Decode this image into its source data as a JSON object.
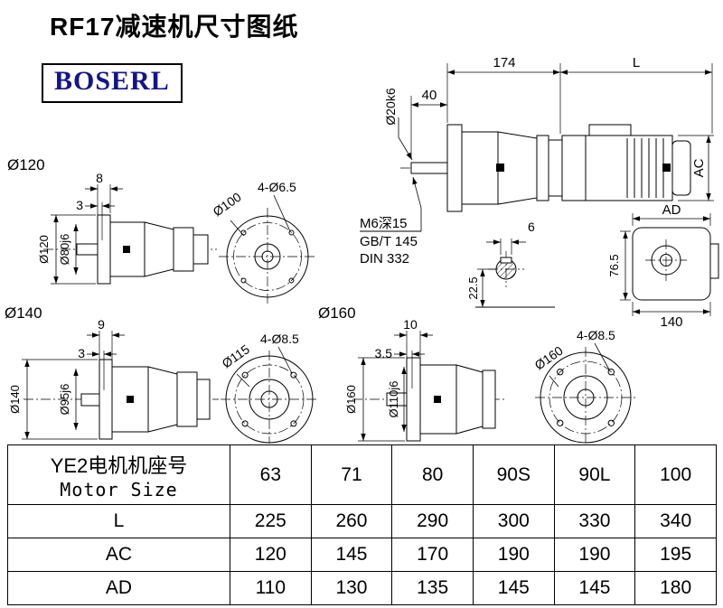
{
  "page": {
    "title": "RF17减速机尺寸图纸",
    "logo": "BOSERL",
    "logo_color": "#14148c",
    "line_color": "#000000"
  },
  "main_view": {
    "dim_length_gearbox": "174",
    "dim_length_motor": "L",
    "dim_shaft_length": "40",
    "shaft_diameter": "Ø20k6",
    "dim_motor_height": "AC",
    "tap_note": "M6深15",
    "tap_standard1": "GB/T 145",
    "tap_standard2": "DIN 332",
    "dim_key_width": "6",
    "dim_key_height": "22.5",
    "dim_ad": "AD",
    "dim_center_height": "76.5",
    "dim_base_width": "140"
  },
  "view_120": {
    "label": "Ø120",
    "dim_step": "8",
    "dim_gap": "3",
    "dia_body": "Ø120",
    "dia_pilot": "Ø80j6",
    "holes": "4-Ø6.5",
    "flange_dia": "Ø100"
  },
  "view_140": {
    "label": "Ø140",
    "dim_step": "9",
    "dim_gap": "3",
    "dia_body": "Ø140",
    "dia_pilot": "Ø95j6",
    "holes": "4-Ø8.5",
    "flange_dia": "Ø115"
  },
  "view_160": {
    "label": "Ø160",
    "dim_step": "10",
    "dim_gap": "3.5",
    "dia_body": "Ø160",
    "dia_pilot": "Ø110j6",
    "holes": "4-Ø8.5",
    "flange_dia": "Ø160"
  },
  "table": {
    "header_cn": "YE2电机机座号",
    "header_en": "Motor Size",
    "sizes": [
      "63",
      "71",
      "80",
      "90S",
      "90L",
      "100"
    ],
    "rows": [
      {
        "label": "L",
        "values": [
          "225",
          "260",
          "290",
          "300",
          "330",
          "340"
        ]
      },
      {
        "label": "AC",
        "values": [
          "120",
          "145",
          "170",
          "190",
          "190",
          "195"
        ]
      },
      {
        "label": "AD",
        "values": [
          "110",
          "130",
          "135",
          "145",
          "145",
          "180"
        ]
      }
    ]
  }
}
